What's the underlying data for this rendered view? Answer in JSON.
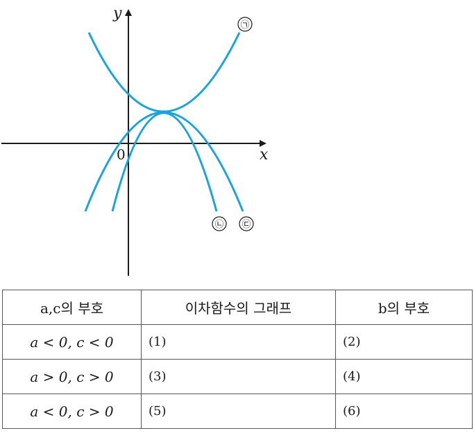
{
  "graph": {
    "axis_x": "x",
    "axis_y": "y",
    "origin": "0",
    "curve_labels": [
      "㉠",
      "㉡",
      "㉢"
    ],
    "curve_color": "#1aa3dc"
  },
  "table": {
    "headers": [
      "a,c의 부호",
      "이차함수의 그래프",
      "b의 부호"
    ],
    "rows": [
      {
        "condition": "a < 0, c < 0",
        "graph_blank": "(1)",
        "b_blank": "(2)"
      },
      {
        "condition": "a > 0, c > 0",
        "graph_blank": "(3)",
        "b_blank": "(4)"
      },
      {
        "condition": "a < 0, c > 0",
        "graph_blank": "(5)",
        "b_blank": "(6)"
      }
    ]
  }
}
